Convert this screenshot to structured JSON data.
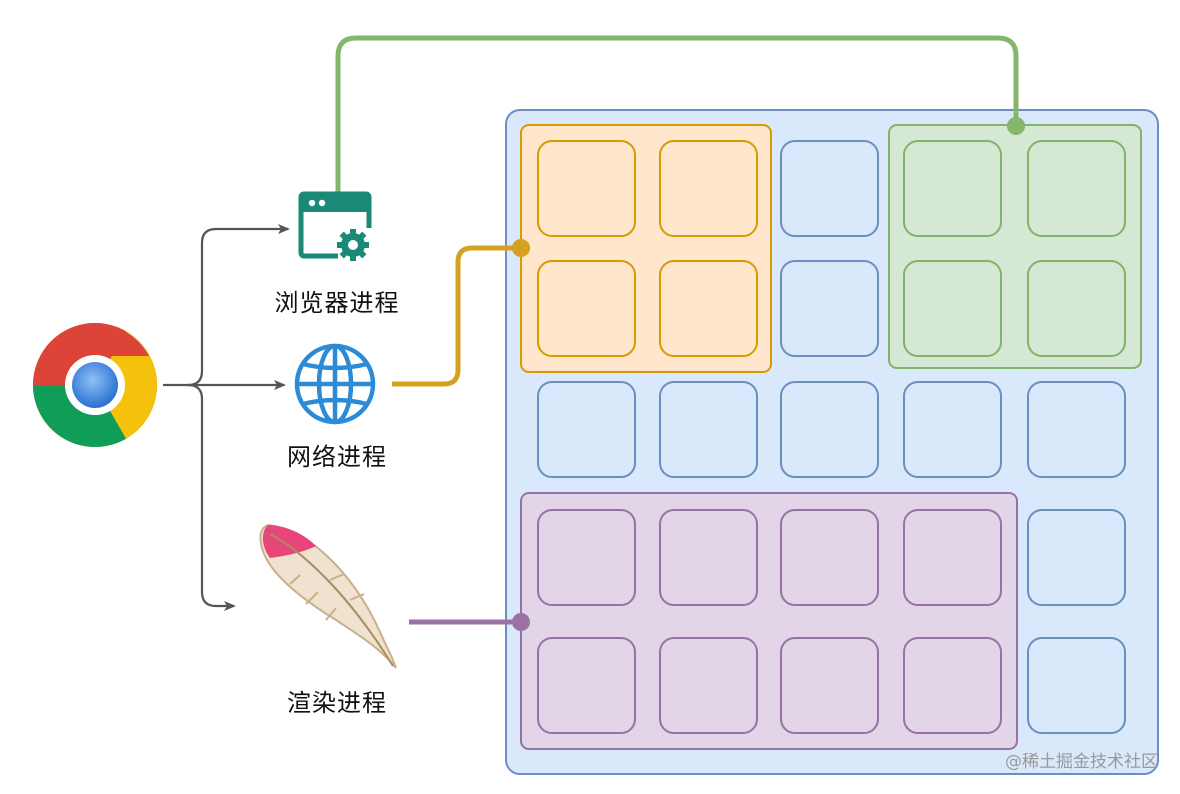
{
  "processes": {
    "browser": {
      "label": "浏览器进程",
      "icon": "browser-window-gear-icon",
      "color": "#84b76c"
    },
    "network": {
      "label": "网络进程",
      "icon": "globe-icon",
      "color": "#d4a21e"
    },
    "renderer": {
      "label": "渲染进程",
      "icon": "feather-icon",
      "color": "#9b72a6"
    }
  },
  "source_icon": "chrome-logo-icon",
  "grid": {
    "rows": 5,
    "cols": 5,
    "cell_color": "#dae8fc",
    "cell_border": "#6c8ebf",
    "groups": [
      {
        "name": "network",
        "fill": "#ffe6cc",
        "border": "#d79b00",
        "cells": "rows 1-2, cols 1-2"
      },
      {
        "name": "browser",
        "fill": "#d5e8d4",
        "border": "#82b366",
        "cells": "rows 1-2, cols 4-5"
      },
      {
        "name": "renderer",
        "fill": "#e1d5e7",
        "border": "#9673a6",
        "cells": "rows 4-5, cols 1-4"
      }
    ]
  },
  "watermark": "@稀土掘金技术社区"
}
